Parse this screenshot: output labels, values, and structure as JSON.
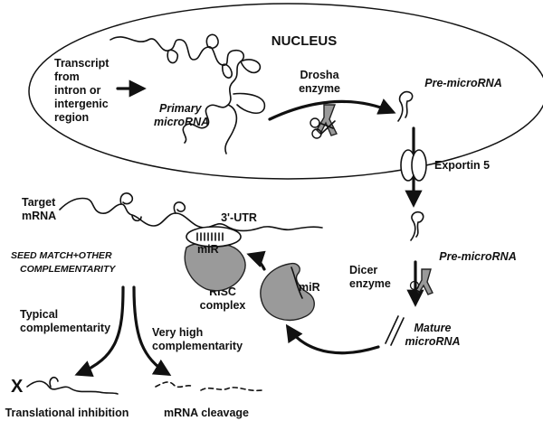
{
  "nucleus": {
    "title": "NUCLEUS"
  },
  "labels": {
    "transcript": [
      "Transcript",
      "from",
      "intron or",
      "intergenic",
      "region"
    ],
    "primary_microrna": [
      "Primary",
      "microRNA"
    ],
    "drosha": [
      "Drosha",
      "enzyme"
    ],
    "pre_microrna_nucleus": "Pre-microRNA",
    "exportin": "Exportin 5",
    "target_mrna": [
      "Target",
      "mRNA"
    ],
    "utr": "3'-UTR",
    "mir_bound": "miR",
    "seed_match": [
      "SEED MATCH+OTHER",
      "COMPLEMENTARITY"
    ],
    "pre_microrna_cytoplasm": "Pre-microRNA",
    "dicer": [
      "Dicer",
      "enzyme"
    ],
    "mir_risc": "miR",
    "risc": [
      "RISC",
      "complex"
    ],
    "mature_microrna": [
      "Mature",
      "microRNA"
    ],
    "typical": [
      "Typical",
      "complementarity"
    ],
    "very_high": [
      "Very high",
      "complementarity"
    ],
    "x_mark": "X",
    "translational_inhibition": "Translational inhibition",
    "mrna_cleavage": "mRNA cleavage"
  }
}
